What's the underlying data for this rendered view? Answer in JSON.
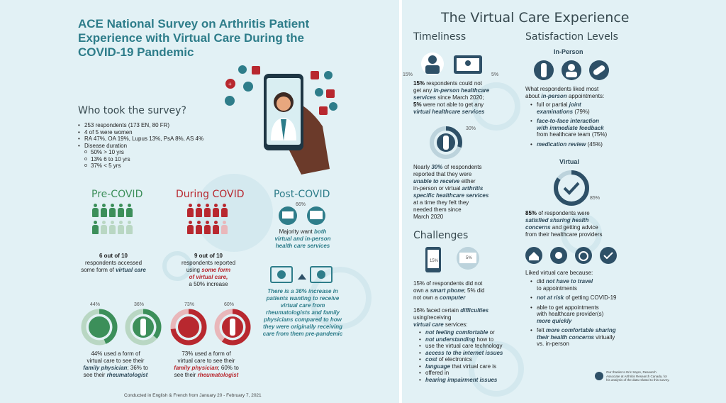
{
  "title": "ACE National Survey on Arthritis Patient Experience with Virtual Care During the COVID-19 Pandemic",
  "who": {
    "heading": "Who took the survey?",
    "bullets": [
      "253 respondents (173 EN, 80 FR)",
      "4 of 5 were women",
      "RA 47%, OA 19%, Lupus 13%, PsA 8%, AS 4%",
      "Disease duration"
    ],
    "duration": [
      "50% > 10 yrs",
      "13% 6 to 10 yrs",
      "37% < 5 yrs"
    ]
  },
  "pre": {
    "heading": "Pre-COVID",
    "stat": "6 out of 10",
    "text1": "respondents accessed",
    "text2": "some form of ",
    "text2_em": "virtual care",
    "pct1": "44%",
    "pct2": "36%",
    "note1": "44% used a form of",
    "note2": "virtual care to see their",
    "note3_em": "family physician",
    "note3": "; 36% to",
    "note4": "see their ",
    "note4_em": "rheumatologist"
  },
  "during": {
    "heading": "During COVID",
    "stat": "9 out of 10",
    "text1": "respondents reported",
    "text2": "using ",
    "text2_em": "some form",
    "text3_em": "of virtual care,",
    "text4": "a 50% increase",
    "pct1": "73%",
    "pct2": "60%",
    "note1": "73% used a form of",
    "note2": "virtual care to see their",
    "note3_em": "family physician",
    "note3": "; 60% to",
    "note4": "see their ",
    "note4_em": "rheumatologist"
  },
  "post": {
    "heading": "Post-COVID",
    "pct": "66%",
    "text1": "Majority want ",
    "text1_em": "both",
    "text2_em": "virtual and in-person",
    "text3_em": "health care services",
    "increase": "There is a 36% increase in patients wanting to receive virtual care from rheumatologists and family physicians compared to how they were originally receiving care from them pre-pandemic"
  },
  "footer": "Conducted in English & French from January 20 - February 7, 2021",
  "virtual": {
    "heading": "The Virtual Care Experience",
    "timeliness": {
      "heading": "Timeliness",
      "pct_a": "15%",
      "pct_b": "5%",
      "p1a": "15%",
      "p1b": " respondents could not",
      "p2": "get any ",
      "p2_em": "in-person healthcare",
      "p3_em": "services",
      "p3": " since March 2020;",
      "p4a": "5%",
      "p4b": " were not able to get any",
      "p5_em": "virtual healthcare services",
      "pct_c": "30%",
      "q1": "Nearly ",
      "q1_em": "30%",
      "q1b": " of respondents",
      "q2": "reported that they were",
      "q3_em": "unable to receive",
      "q3": " either",
      "q4": "in-person or virtual ",
      "q4_em": "arthritis",
      "q5_em": "specific healthcare services",
      "q6": "at a time they felt they",
      "q7": "needed them since",
      "q8": "March 2020"
    },
    "challenges": {
      "heading": "Challenges",
      "pct_a": "15%",
      "pct_b": "5%",
      "p1": "15% of respondents did not",
      "p2": "own a ",
      "p2_em": "smart phone",
      "p2b": "; 5% did",
      "p3": "not own a ",
      "p3_em": "computer",
      "d1": "16% faced certain ",
      "d1_em": "difficulties",
      "d2": "using/receiving",
      "d3_em": "virtual care",
      "d3": " services:",
      "items": [
        {
          "em": "not feeling comfortable",
          "rest": " or"
        },
        {
          "em": "not understanding",
          "rest": " how to"
        },
        {
          "em": "",
          "rest": "use the virtual care technology"
        },
        {
          "em": "access to the internet issues",
          "rest": ""
        },
        {
          "em": "cost",
          "rest": " of electronics"
        },
        {
          "em": "language",
          "rest": " that virtual care is"
        },
        {
          "em": "",
          "rest": "offered in"
        },
        {
          "em": "hearing impairment issues",
          "rest": ""
        }
      ]
    },
    "satisfaction": {
      "heading": "Satisfaction Levels",
      "inperson_heading": "In-Person",
      "liked1": "What respondents liked most",
      "liked2": "about ",
      "liked2_em": "in-person",
      "liked2b": " appointments:",
      "items": [
        {
          "l1": "full or partial ",
          "l1_em": "joint",
          "l2_em": "examinations",
          "l2": " (79%)"
        },
        {
          "l1_em": "face-to-face interaction",
          "l2_em": "with immediate feedback",
          "l3": "from healthcare team (75%)"
        },
        {
          "l1_em": "medication review",
          "l1": " (45%)"
        }
      ],
      "virtual_heading": "Virtual",
      "vpct": "85%",
      "v1a": "85%",
      "v1b": " of respondents were",
      "v2_em": "satisfied sharing health",
      "v3_em": "concerns",
      "v3": " and getting advice",
      "v4": "from their healthcare providers",
      "liked_virtual": "Liked virtual care because:",
      "reasons": [
        {
          "l1": "did ",
          "l1_em": "not have to travel",
          "l2": "to appointments"
        },
        {
          "l1_em": "not at risk",
          "l1": " of getting COVID-19"
        },
        {
          "l1": "able to get appointments",
          "l2": "with healthcare provider(s)",
          "l3_em": "more quickly"
        },
        {
          "l1": "felt ",
          "l1_em": "more comfortable sharing",
          "l2_em": "their health concerns",
          "l2": " virtually",
          "l3": "vs. in-person"
        }
      ]
    },
    "thanks": "Our thanks to Eric Sayre, Research Associate at Arthritis Research Canada, for his analysis of the data related to this survey."
  },
  "colors": {
    "teal": "#2e7d8a",
    "green": "#3c8f5a",
    "red": "#b8282f",
    "navy": "#2e5067",
    "bg": "#e2f1f5"
  }
}
